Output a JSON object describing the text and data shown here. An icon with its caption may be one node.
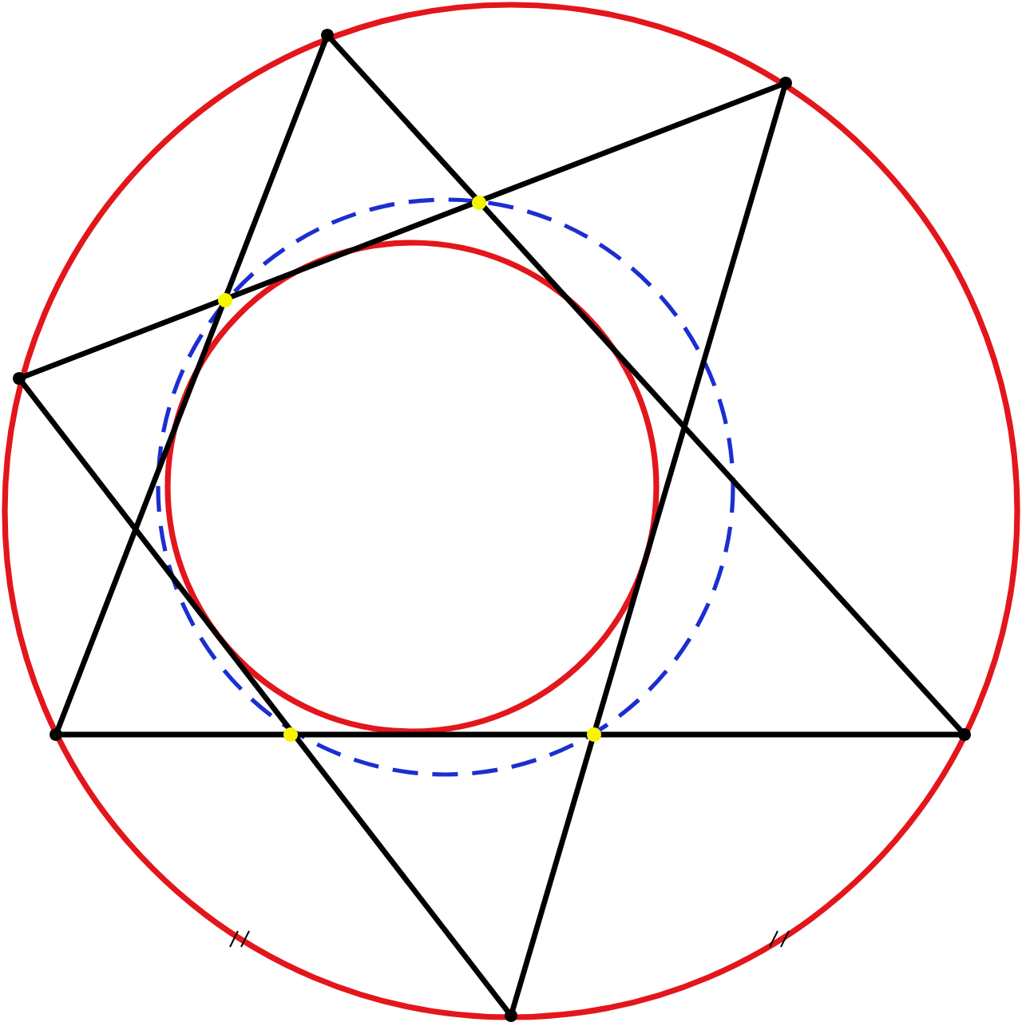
{
  "diagram": {
    "nodes": [
      {
        "text": [],
        "shape": "circle"
      },
      {
        "text": [],
        "shape": "circle"
      },
      {
        "text": [],
        "shape": "circle"
      },
      {
        "text": [],
        "shape": "circle"
      },
      {
        "text": [],
        "shape": "circle"
      },
      {
        "text": [],
        "shape": "circle"
      }
    ],
    "edges": [
      {
        "from": 0,
        "to": 3,
        "arrow": "none"
      },
      {
        "from": 0,
        "to": 4,
        "arrow": "none"
      },
      {
        "from": 1,
        "to": 2,
        "arrow": "none"
      },
      {
        "from": 1,
        "to": 5,
        "arrow": "none"
      },
      {
        "from": 2,
        "to": 5,
        "arrow": "none"
      },
      {
        "from": 3,
        "to": 4,
        "arrow": "none"
      }
    ]
  }
}
